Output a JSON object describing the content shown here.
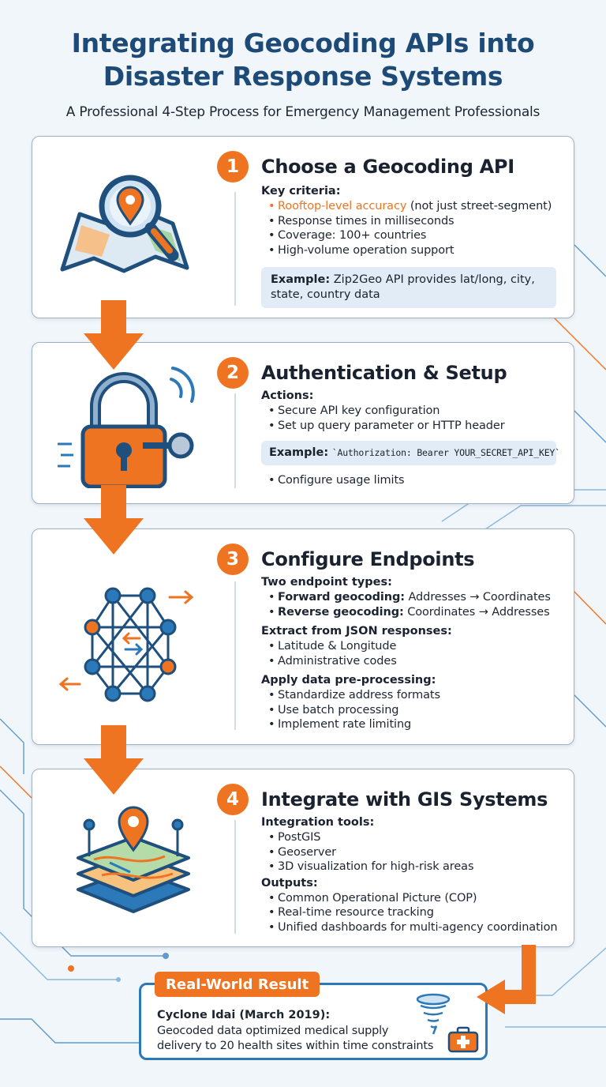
{
  "header": {
    "title_line1": "Integrating Geocoding APIs into",
    "title_line2": "Disaster Response Systems",
    "subtitle": "A Professional 4-Step Process for Emergency Management Professionals"
  },
  "colors": {
    "accent": "#ef7422",
    "title": "#1d4a76",
    "card_border": "#9fb1c4",
    "result_border": "#2c79b9"
  },
  "steps": [
    {
      "number": "1",
      "title": "Choose a Geocoding API",
      "icon": "map-magnifier-icon",
      "section": "Key criteria:",
      "criteria_highlight": "Rooftop-level accuracy",
      "criteria_highlight_rest": " (not just street-segment)",
      "items": [
        "Response times in milliseconds",
        "Coverage: 100+ countries",
        "High-volume operation support"
      ],
      "example_label": "Example:",
      "example_text": " Zip2Geo API provides lat/long, city, state, country data"
    },
    {
      "number": "2",
      "title": "Authentication & Setup",
      "icon": "padlock-key-icon",
      "section": "Actions:",
      "items": [
        "Secure API key configuration",
        "Set up query parameter or HTTP header"
      ],
      "example_label": "Example:",
      "example_code": "`Authorization: Bearer YOUR_SECRET_API_KEY`",
      "after_items": [
        "Configure usage limits"
      ]
    },
    {
      "number": "3",
      "title": "Configure Endpoints",
      "icon": "network-nodes-icon",
      "section1": "Two endpoint types:",
      "endpoints": [
        {
          "bold": "Forward geocoding:",
          "rest": " Addresses → Coordinates"
        },
        {
          "bold": "Reverse geocoding:",
          "rest": " Coordinates → Addresses"
        }
      ],
      "section2": "Extract from JSON responses:",
      "extract_items": [
        "Latitude & Longitude",
        "Administrative codes"
      ],
      "section3": "Apply data pre-processing:",
      "process_items": [
        "Standardize address formats",
        "Use batch processing",
        "Implement rate limiting"
      ]
    },
    {
      "number": "4",
      "title": "Integrate with GIS Systems",
      "icon": "gis-layers-icon",
      "section1": "Integration tools:",
      "tools": [
        "PostGIS",
        "Geoserver",
        "3D visualization for high-risk areas"
      ],
      "section2": "Outputs:",
      "outputs": [
        "Common Operational Picture (COP)",
        "Real-time resource tracking",
        "Unified dashboards for multi-agency coordination"
      ]
    }
  ],
  "result": {
    "badge": "Real-World Result",
    "heading": "Cyclone Idai (March 2019):",
    "text_line1": "Geocoded data optimized medical supply",
    "text_line2": "delivery to 20 health sites within time constraints",
    "icons": [
      "cyclone-icon",
      "medical-kit-icon"
    ]
  }
}
